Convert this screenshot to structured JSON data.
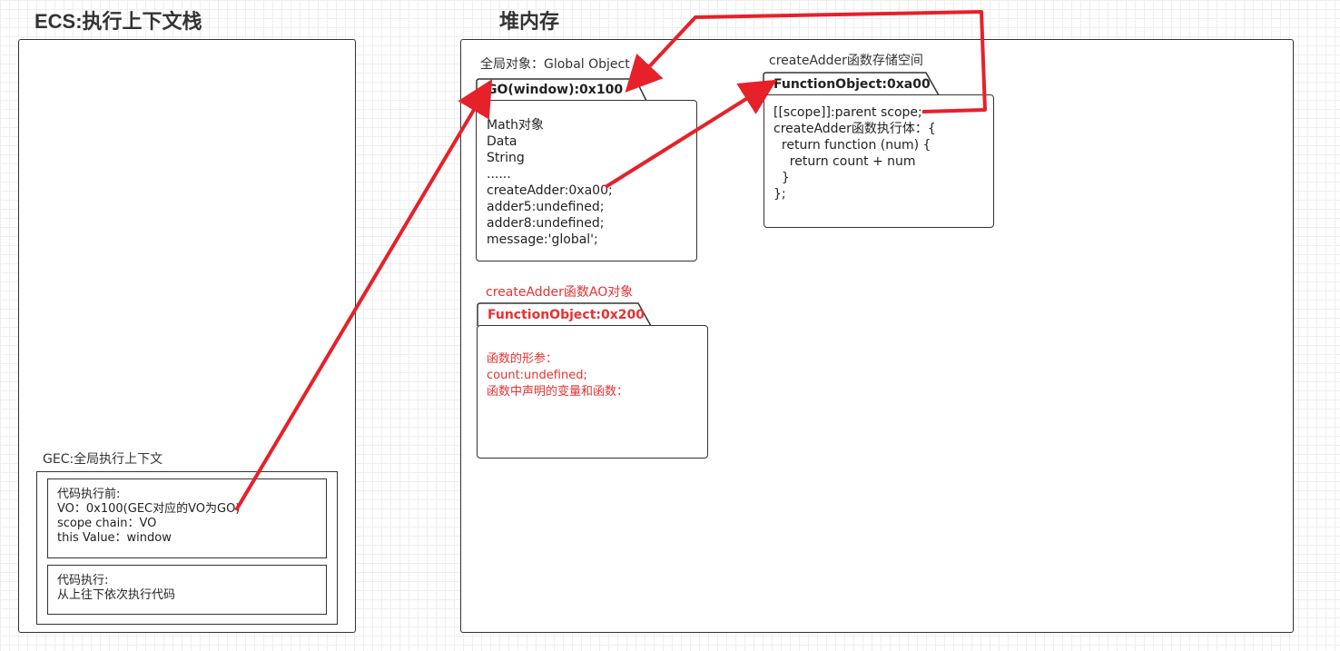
{
  "ecs": {
    "title": "ECS:执行上下文栈",
    "gec_label": "GEC:全局执行上下文",
    "before": {
      "lines": [
        "代码执行前:",
        "VO：0x100(GEC对应的VO为GO)",
        "scope chain：VO",
        "this Value：window"
      ]
    },
    "exec": {
      "lines": [
        "代码执行:",
        "从上往下依次执行代码"
      ]
    }
  },
  "heap": {
    "title": "堆内存",
    "go": {
      "caption": "全局对象：Global Object",
      "tab": "GO(window):0x100",
      "lines": [
        "Math对象",
        "Data",
        "String",
        "......",
        "createAdder:0xa00;",
        "adder5:undefined;",
        "adder8:undefined;",
        "message:'global';"
      ]
    },
    "fn": {
      "caption": "createAdder函数存储空间",
      "tab": "FunctionObject:0xa00",
      "lines": [
        "[[scope]]:parent scope;",
        "",
        "createAdder函数执行体：{",
        "  return function (num) {",
        "    return count + num",
        "  }",
        "};"
      ]
    },
    "ao": {
      "caption": "createAdder函数AO对象",
      "tab": "FunctionObject:0x200",
      "lines": [
        "函数的形参：",
        "count:undefined;",
        "函数中声明的变量和函数："
      ]
    }
  },
  "colors": {
    "arrow": "#e62129",
    "accent": "#e63232",
    "border": "#333333"
  }
}
